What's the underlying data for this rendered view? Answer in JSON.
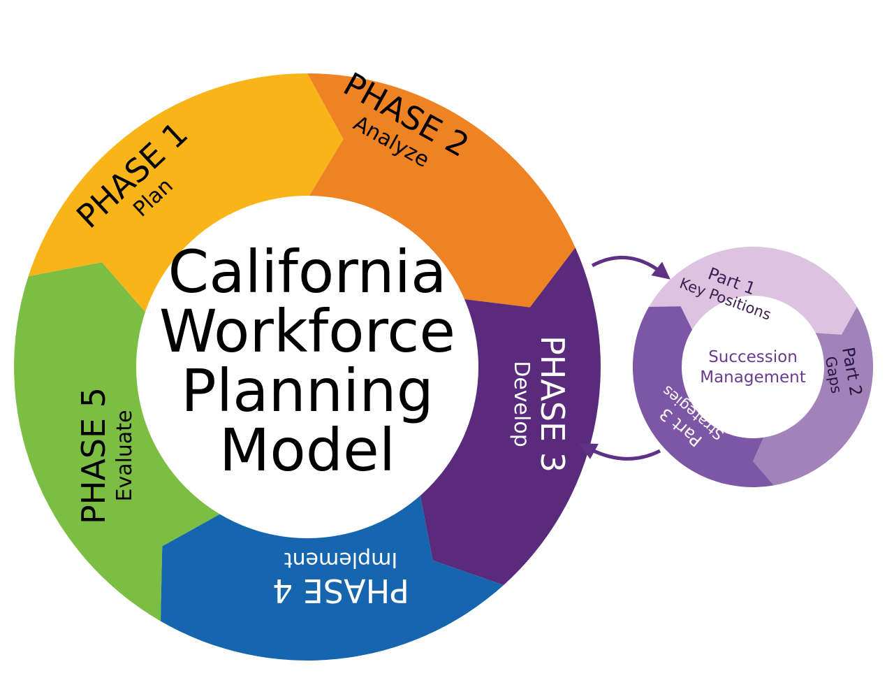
{
  "title": {
    "line1": "California",
    "line2": "Workforce",
    "line3": "Planning",
    "line4": "Model"
  },
  "phases": [
    {
      "label": "PHASE 1",
      "sub": "Plan",
      "color": "#F9B419",
      "text_color": "#000000"
    },
    {
      "label": "PHASE 2",
      "sub": "Analyze",
      "color": "#EF8223",
      "text_color": "#000000"
    },
    {
      "label": "PHASE 3",
      "sub": "Develop",
      "color": "#5A2B7C",
      "text_color": "#FFFFFF"
    },
    {
      "label": "PHASE 4",
      "sub": "Implement",
      "color": "#1566AF",
      "text_color": "#FFFFFF"
    },
    {
      "label": "PHASE 5",
      "sub": "Evaluate",
      "color": "#7BBE43",
      "text_color": "#000000"
    }
  ],
  "succession": {
    "title_line1": "Succession",
    "title_line2": "Management",
    "title_color": "#6B3A8F",
    "parts": [
      {
        "label": "Part 1",
        "sub": "Key Positions",
        "color": "#DCC4E0",
        "text_color": "#3B1F52"
      },
      {
        "label": "Part 2",
        "sub": "Gaps",
        "color": "#A182B9",
        "text_color": "#2A1540"
      },
      {
        "label": "Part 3",
        "sub": "Strategies",
        "color": "#7E56A6",
        "text_color": "#FFFFFF"
      }
    ],
    "connector_color": "#5E3185"
  }
}
